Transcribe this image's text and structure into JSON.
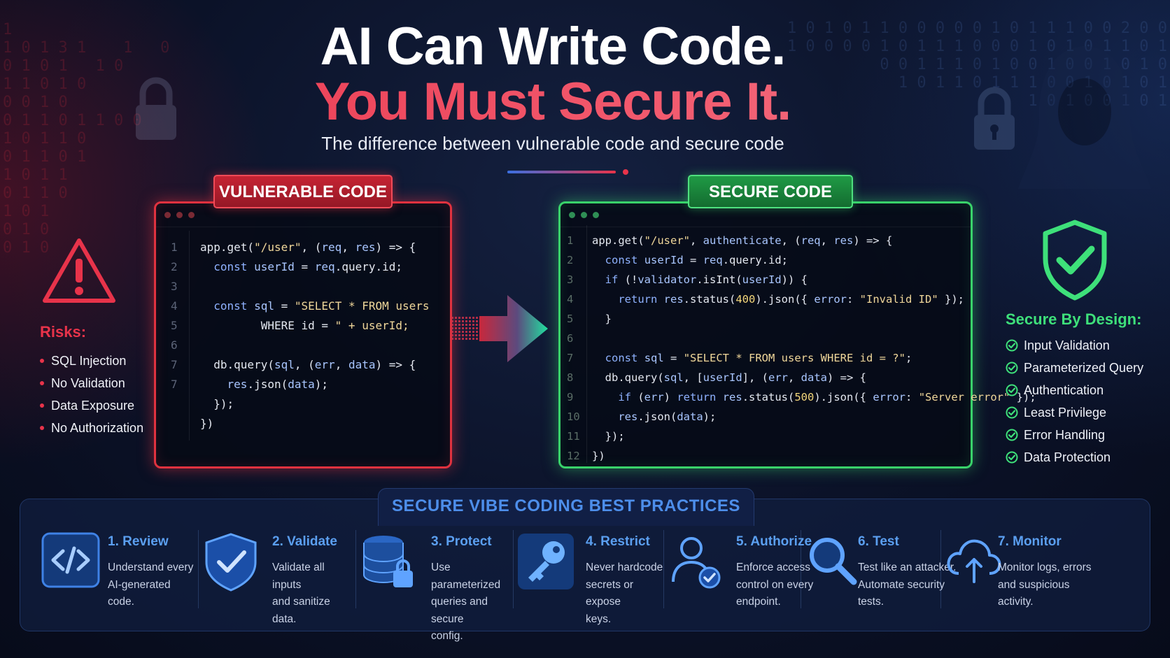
{
  "header": {
    "title_line1": "AI Can Write Code.",
    "title_line2": "You Must Secure It.",
    "subtitle": "The difference between vulnerable code and secure code"
  },
  "risks": {
    "title": "Risks:",
    "items": [
      "SQL Injection",
      "No Validation",
      "Data Exposure",
      "No Authorization"
    ]
  },
  "vulnerable_panel": {
    "label": "VULNERABLE CODE",
    "lines": [
      {
        "n": "1",
        "code": "app.get(\"/user\", (req, res) => {"
      },
      {
        "n": "2",
        "code": "  const userId = req.query.id;"
      },
      {
        "n": "3",
        "code": ""
      },
      {
        "n": "4",
        "code": "  const sql = \"SELECT * FROM users"
      },
      {
        "n": "5",
        "code": "         WHERE id = \" + userId;"
      },
      {
        "n": "6",
        "code": ""
      },
      {
        "n": "7",
        "code": "  db.query(sql, (err, data) => {"
      },
      {
        "n": "7",
        "code": "    res.json(data);"
      },
      {
        "n": "",
        "code": "  });"
      },
      {
        "n": "",
        "code": "})"
      }
    ]
  },
  "secure_panel": {
    "label": "SECURE CODE",
    "lines": [
      {
        "n": "1",
        "code": "app.get(\"/user\", authenticate, (req, res) => {"
      },
      {
        "n": "2",
        "code": "  const userId = req.query.id;"
      },
      {
        "n": "3",
        "code": "  if (!validator.isInt(userId)) {"
      },
      {
        "n": "4",
        "code": "    return res.status(400).json({ error: \"Invalid ID\" });"
      },
      {
        "n": "5",
        "code": "  }"
      },
      {
        "n": "6",
        "code": ""
      },
      {
        "n": "7",
        "code": "  const sql = \"SELECT * FROM users WHERE id = ?\";"
      },
      {
        "n": "8",
        "code": "  db.query(sql, [userId], (err, data) => {"
      },
      {
        "n": "9",
        "code": "    if (err) return res.status(500).json({ error: \"Server error\" });"
      },
      {
        "n": "10",
        "code": "    res.json(data);"
      },
      {
        "n": "11",
        "code": "  });"
      },
      {
        "n": "12",
        "code": "})"
      }
    ]
  },
  "secure_by_design": {
    "title": "Secure By Design:",
    "items": [
      "Input Validation",
      "Parameterized Query",
      "Authentication",
      "Least Privilege",
      "Error Handling",
      "Data Protection"
    ]
  },
  "best_practices": {
    "title": "SECURE VIBE CODING BEST PRACTICES",
    "items": [
      {
        "heading": "1. Review",
        "desc": [
          "Understand every",
          "AI-generated",
          "code."
        ],
        "icon": "code-brackets-icon"
      },
      {
        "heading": "2. Validate",
        "desc": [
          "Validate all inputs",
          "and sanitize",
          "data."
        ],
        "icon": "shield-check-icon"
      },
      {
        "heading": "3. Protect",
        "desc": [
          "Use parameterized",
          "queries and secure",
          "config."
        ],
        "icon": "database-lock-icon"
      },
      {
        "heading": "4. Restrict",
        "desc": [
          "Never hardcode",
          "secrets or expose",
          "keys."
        ],
        "icon": "key-icon"
      },
      {
        "heading": "5. Authorize",
        "desc": [
          "Enforce access",
          "control on every",
          "endpoint."
        ],
        "icon": "user-check-icon"
      },
      {
        "heading": "6. Test",
        "desc": [
          "Test like an attacker.",
          "Automate security",
          "tests."
        ],
        "icon": "magnifier-icon"
      },
      {
        "heading": "7. Monitor",
        "desc": [
          "Monitor logs, errors",
          "and suspicious",
          "activity."
        ],
        "icon": "cloud-upload-icon"
      }
    ]
  },
  "colors": {
    "danger": "#e0323f",
    "success": "#39d26a",
    "accent_blue": "#4d8eea"
  }
}
